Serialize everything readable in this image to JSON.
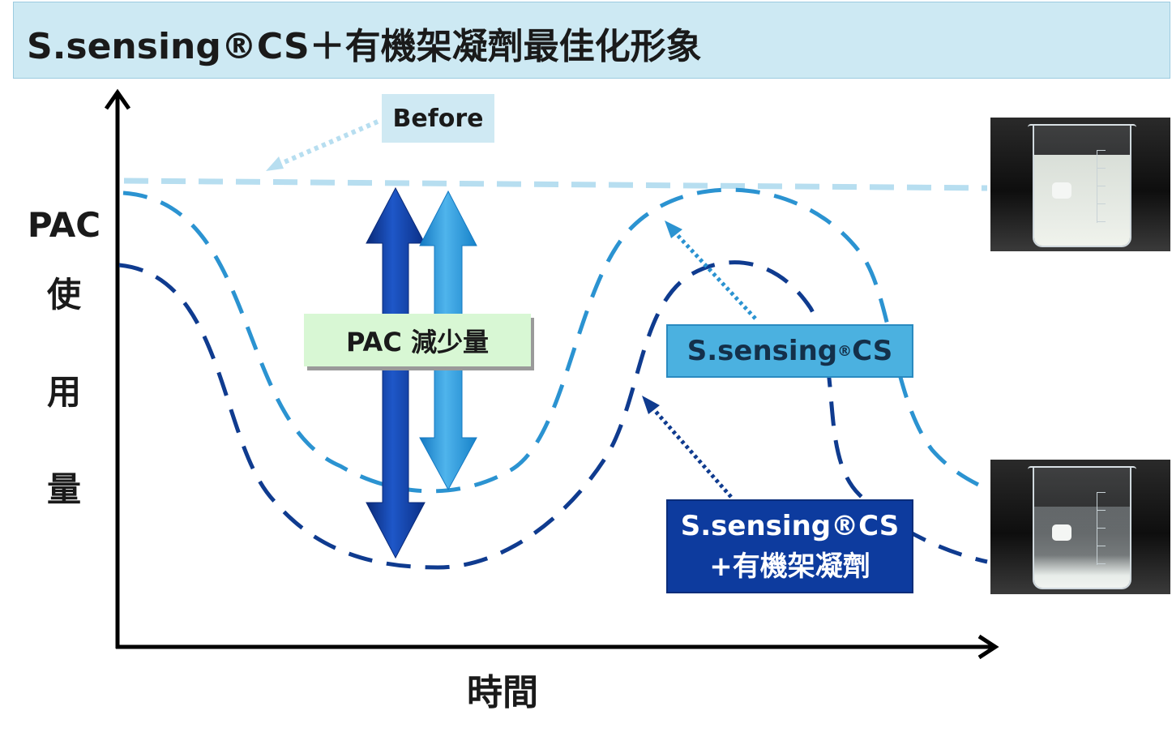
{
  "title": "S.sensing®CS＋有機架凝劑最佳化形象",
  "labels": {
    "before": "Before",
    "pac_reduction": "PAC 減少量",
    "cs_line1": "S.sensing",
    "cs_sup": "®",
    "cs_line2": "CS",
    "cs_org_line1": "S.sensing®CS",
    "cs_org_line2": "+有機架凝劑"
  },
  "axes": {
    "y_label": [
      "PAC",
      "使",
      "用",
      "量"
    ],
    "x_label": "時間"
  },
  "colors": {
    "title_bg": "#cde9f3",
    "before_line": "#b7def0",
    "cs_curve": "#2b93d1",
    "cs_org_curve": "#0f3b8f",
    "axis": "#000000"
  },
  "icons": {
    "before_pointer": "dotted-arrow-icon",
    "double_arrow_dark": "double-arrow-dark-blue-icon",
    "double_arrow_light": "double-arrow-light-blue-icon"
  }
}
